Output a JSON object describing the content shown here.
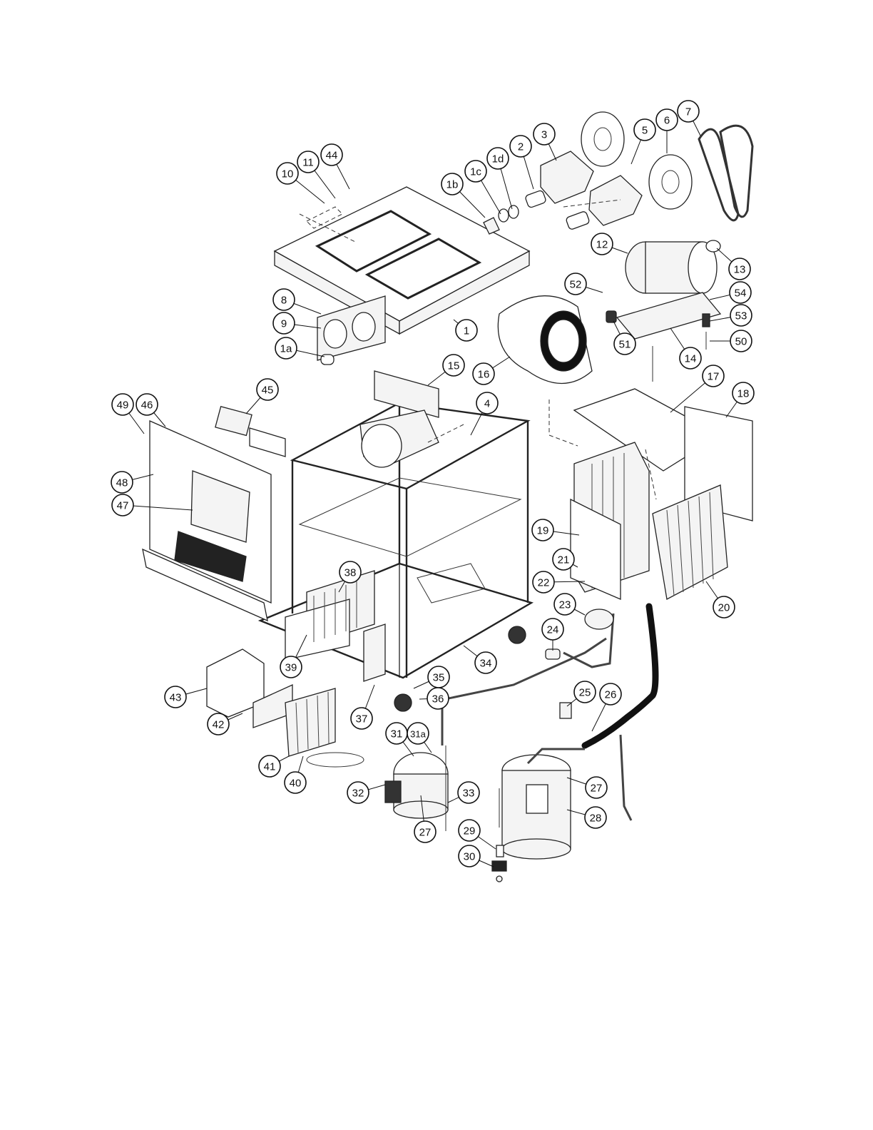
{
  "callouts": [
    {
      "label": "1"
    },
    {
      "label": "1a"
    },
    {
      "label": "1b"
    },
    {
      "label": "1c"
    },
    {
      "label": "1d"
    },
    {
      "label": "2"
    },
    {
      "label": "3"
    },
    {
      "label": "4"
    },
    {
      "label": "5"
    },
    {
      "label": "6"
    },
    {
      "label": "7"
    },
    {
      "label": "8"
    },
    {
      "label": "9"
    },
    {
      "label": "10"
    },
    {
      "label": "11"
    },
    {
      "label": "12"
    },
    {
      "label": "13"
    },
    {
      "label": "14"
    },
    {
      "label": "15"
    },
    {
      "label": "16"
    },
    {
      "label": "17"
    },
    {
      "label": "18"
    },
    {
      "label": "19"
    },
    {
      "label": "20"
    },
    {
      "label": "21"
    },
    {
      "label": "22"
    },
    {
      "label": "23"
    },
    {
      "label": "24"
    },
    {
      "label": "25"
    },
    {
      "label": "26"
    },
    {
      "label": "27"
    },
    {
      "label": "27"
    },
    {
      "label": "28"
    },
    {
      "label": "29"
    },
    {
      "label": "30"
    },
    {
      "label": "31"
    },
    {
      "label": "31a"
    },
    {
      "label": "32"
    },
    {
      "label": "33"
    },
    {
      "label": "34"
    },
    {
      "label": "35"
    },
    {
      "label": "36"
    },
    {
      "label": "37"
    },
    {
      "label": "38"
    },
    {
      "label": "39"
    },
    {
      "label": "40"
    },
    {
      "label": "41"
    },
    {
      "label": "42"
    },
    {
      "label": "43"
    },
    {
      "label": "44"
    },
    {
      "label": "45"
    },
    {
      "label": "46"
    },
    {
      "label": "47"
    },
    {
      "label": "48"
    },
    {
      "label": "49"
    },
    {
      "label": "50"
    },
    {
      "label": "51"
    },
    {
      "label": "52"
    },
    {
      "label": "53"
    },
    {
      "label": "54"
    }
  ]
}
